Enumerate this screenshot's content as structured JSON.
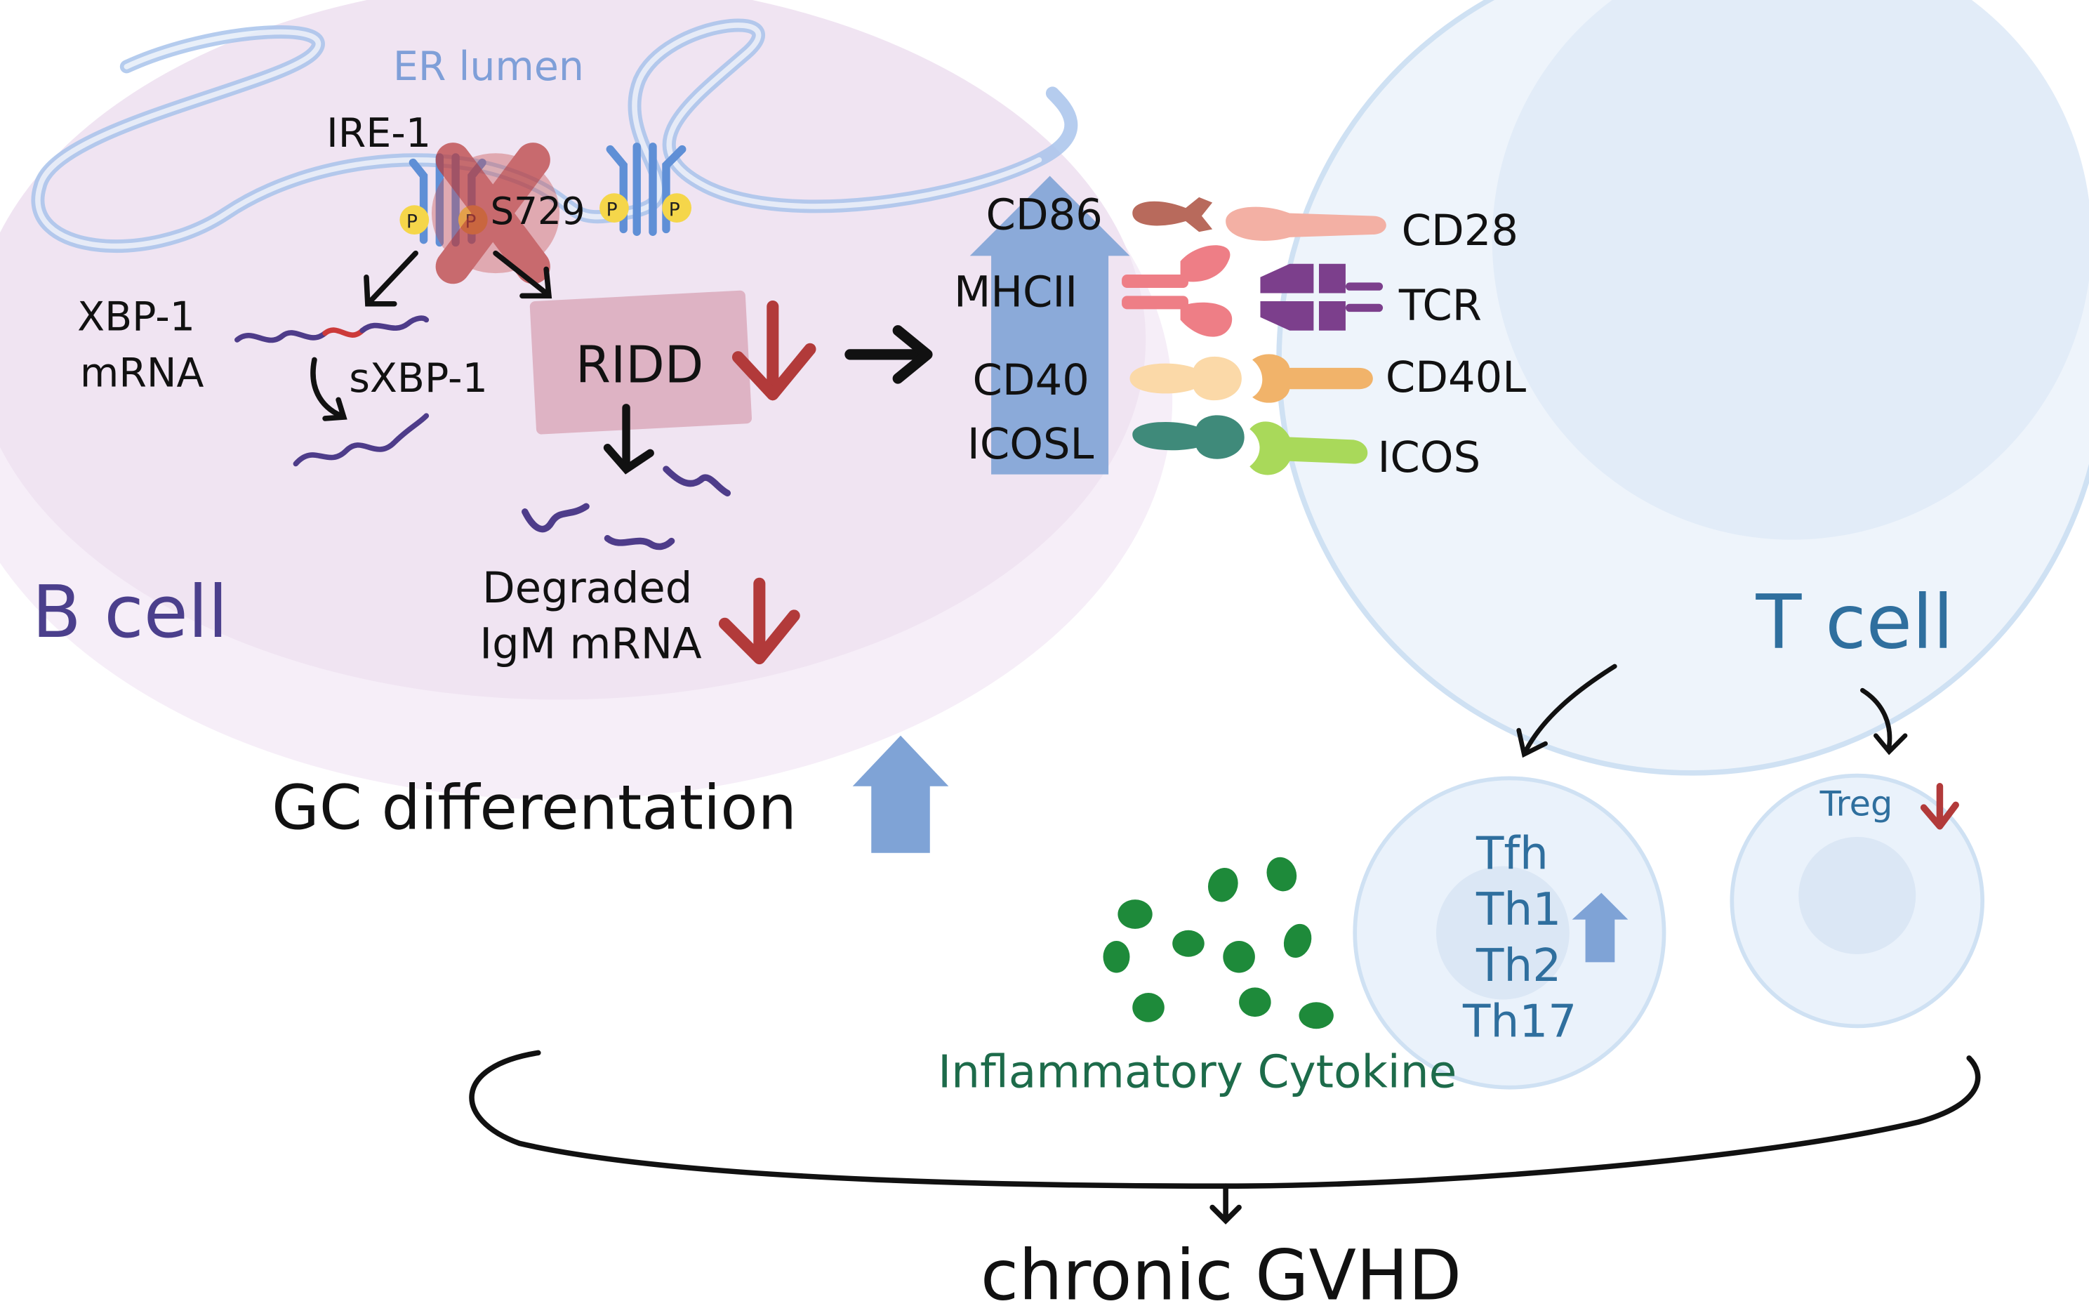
{
  "labels": {
    "er_lumen": "ER lumen",
    "ire1": "IRE-1",
    "s729": "S729",
    "phospho": "P",
    "xbp1_line1": "XBP-1",
    "xbp1_line2": "mRNA",
    "sxbp1": "sXBP-1",
    "ridd": "RIDD",
    "degraded_line1": "Degraded",
    "degraded_line2": "IgM mRNA",
    "b_cell": "B cell",
    "t_cell": "T cell",
    "gc_diff": "GC differentation",
    "inflammatory": "Inflammatory Cytokine",
    "chronic_gvhd": "chronic GVHD",
    "treg": "Treg"
  },
  "receptors": {
    "b_side": [
      "CD86",
      "MHCII",
      "CD40",
      "ICOSL"
    ],
    "t_side": [
      "CD28",
      "TCR",
      "CD40L",
      "ICOS"
    ]
  },
  "t_helper_subsets": [
    "Tfh",
    "Th1",
    "Th2",
    "Th17"
  ],
  "colors": {
    "b_cell_fill": "#f1e6f3",
    "t_cell_fill": "#e6f0fa",
    "er_membrane": "#a9c4ec",
    "blue_text": "#2f6f9e",
    "purple_text": "#4b3f8c",
    "up_arrow": "#7fa3d6",
    "down_arrow": "#b23a3a",
    "cytokine": "#1e8a3a",
    "cytokine_text": "#1d6b4a",
    "cd86": "#b86a5c",
    "cd28": "#f3b0a4",
    "mhcii": "#ee7e86",
    "tcr": "#7c3f8c",
    "cd40": "#fbd9a8",
    "cd40l": "#f1b36a",
    "icosl": "#3f8a7a",
    "icos": "#a9d95a"
  }
}
